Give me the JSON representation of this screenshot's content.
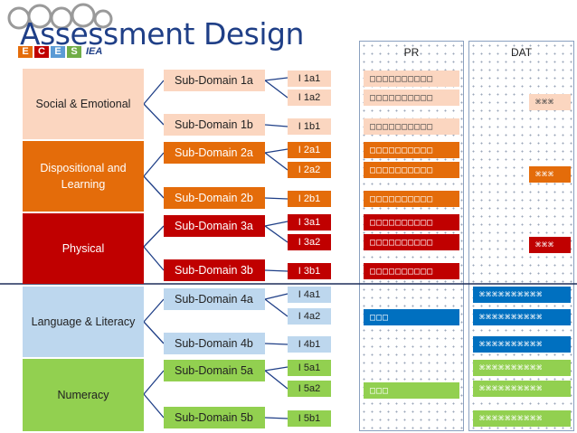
{
  "title": "Assessment Design",
  "logo": {
    "letters": [
      "E",
      "C",
      "E",
      "S"
    ],
    "suffix": "IEA"
  },
  "columns": {
    "pr": "PR",
    "dat": "DAT"
  },
  "domains": [
    {
      "label": "Social & Emotional",
      "color": "#fbd6c0",
      "text_color": "#222222"
    },
    {
      "label": "Dispositional and Learning",
      "color": "#e46c0a",
      "text_color": "#ffffff"
    },
    {
      "label": "Physical",
      "color": "#c00000",
      "text_color": "#ffffff"
    },
    {
      "label": "Language & Literacy",
      "color": "#bdd7ee",
      "text_color": "#222222"
    },
    {
      "label": "Numeracy",
      "color": "#92d050",
      "text_color": "#222222"
    }
  ],
  "subdomains": [
    "Sub-Domain 1a",
    "Sub-Domain 1b",
    "Sub-Domain 2a",
    "Sub-Domain 2b",
    "Sub-Domain 3a",
    "Sub-Domain 3b",
    "Sub-Domain 4a",
    "Sub-Domain 4b",
    "Sub-Domain 5a",
    "Sub-Domain 5b"
  ],
  "indicators": [
    "I 1a1",
    "I 1a2",
    "I 1b1",
    "I 2a1",
    "I 2a2",
    "I 2b1",
    "I 3a1",
    "I 3a2",
    "I 3b1",
    "I 4a1",
    "I 4a2",
    "I 4b1",
    "I 5a1",
    "I 5a2",
    "I 5b1"
  ],
  "pr_items": {
    "long": "□□□□□□□□□□",
    "short": "□□□"
  },
  "dat_items": {
    "short": "⌘⌘⌘",
    "long": "⌘⌘⌘⌘⌘⌘⌘⌘⌘⌘"
  }
}
